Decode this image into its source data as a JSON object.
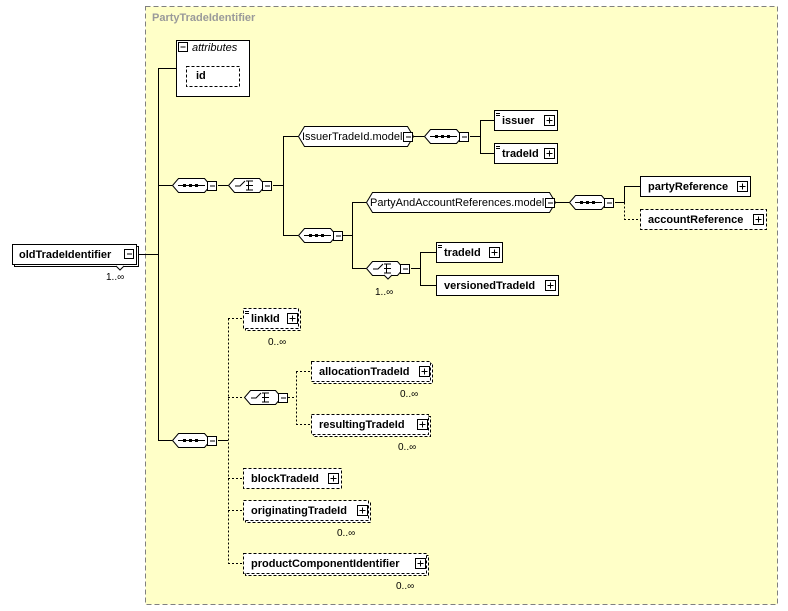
{
  "container": {
    "title": "PartyTradeIdentifier",
    "fill": "#ffffc8"
  },
  "root": {
    "label": "oldTradeIdentifier",
    "occurs": "1..∞"
  },
  "attributes": {
    "label": "attributes",
    "items": [
      "id"
    ]
  },
  "groups": {
    "issuer_model": "IssuerTradeId.model",
    "party_model": "PartyAndAccountReferences.model"
  },
  "elements": {
    "issuer": "issuer",
    "tradeId_1": "tradeId",
    "partyReference": "partyReference",
    "accountReference": "accountReference",
    "tradeId_2": "tradeId",
    "versionedTradeId": "versionedTradeId",
    "linkId": "linkId",
    "allocationTradeId": "allocationTradeId",
    "resultingTradeId": "resultingTradeId",
    "blockTradeId": "blockTradeId",
    "originatingTradeId": "originatingTradeId",
    "productComponentIdentifier": "productComponentIdentifier"
  },
  "occurrences": {
    "choice_inner": "1..∞",
    "linkId": "0..∞",
    "allocationTradeId": "0..∞",
    "resultingTradeId": "0..∞",
    "originatingTradeId": "0..∞",
    "productComponentIdentifier": "0..∞"
  }
}
